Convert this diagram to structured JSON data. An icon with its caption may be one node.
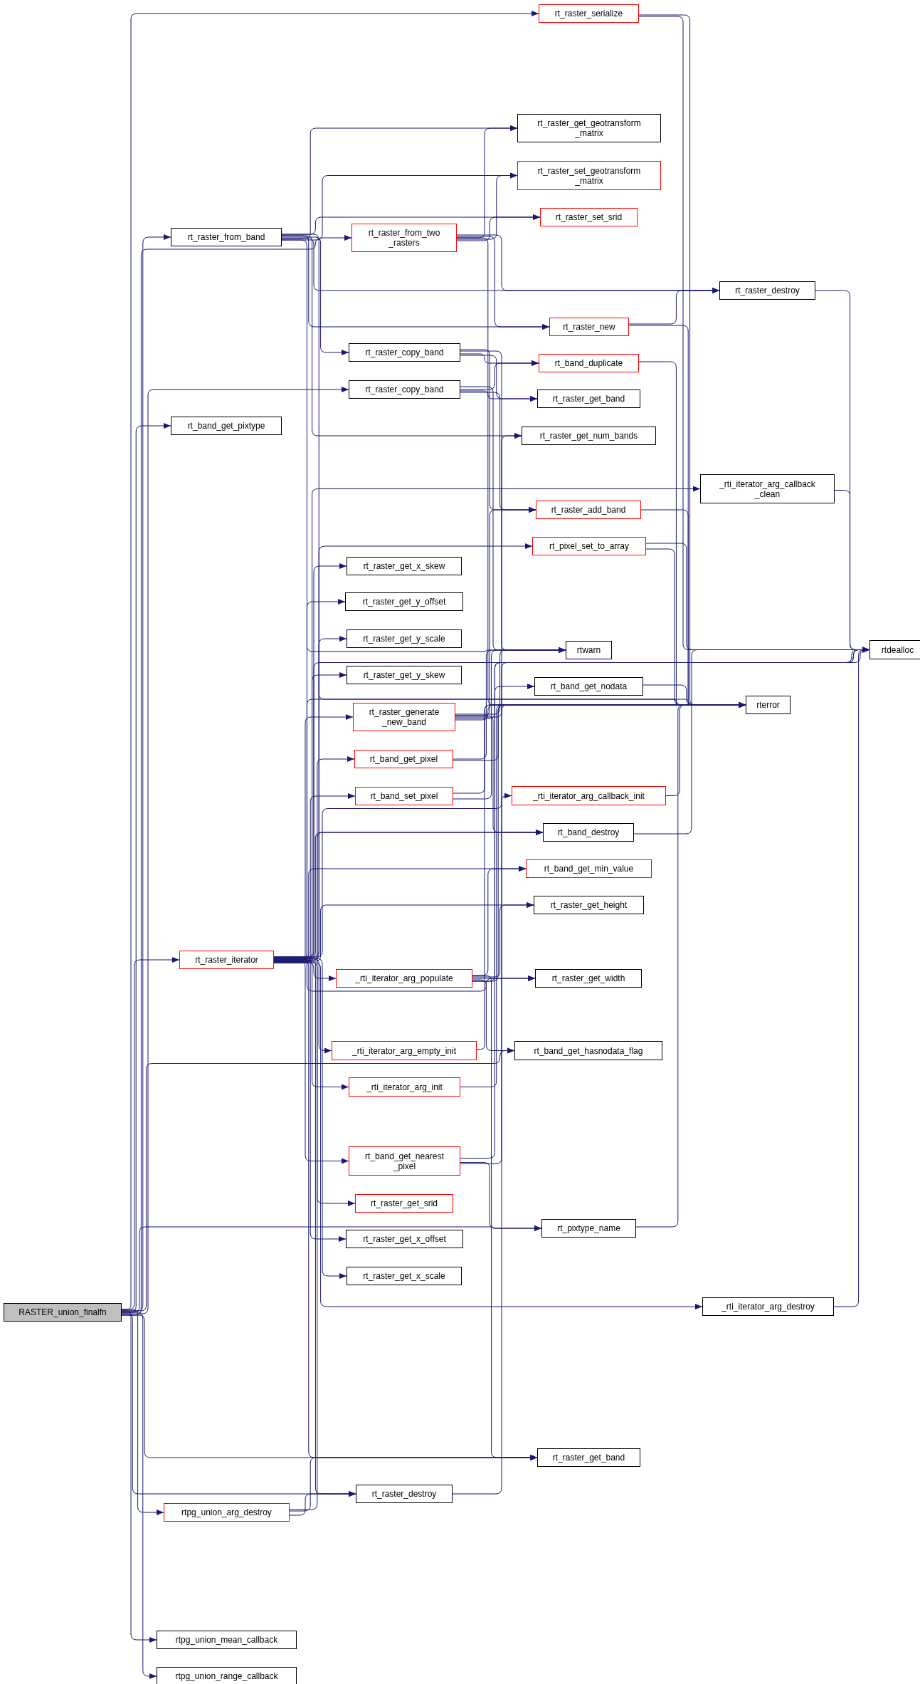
{
  "diagram": {
    "nodes": [
      {
        "text": [
          "RASTER_union_finalfn"
        ]
      },
      {
        "text": [
          "rt_raster_from_band"
        ]
      },
      {
        "text": [
          "rt_band_get_pixtype"
        ]
      },
      {
        "text": [
          "rt_raster_iterator"
        ]
      },
      {
        "text": [
          "rtpg_union_arg_destroy"
        ]
      },
      {
        "text": [
          "rtpg_union_mean_callback"
        ]
      },
      {
        "text": [
          "rtpg_union_range_callback"
        ]
      },
      {
        "text": [
          "rt_raster_from_two _rasters"
        ]
      },
      {
        "text": [
          "rt_raster_copy_band"
        ]
      },
      {
        "text": [
          "rt_raster_copy_band"
        ]
      },
      {
        "text": [
          "rt_raster_get_x_skew"
        ]
      },
      {
        "text": [
          "rt_raster_get_y_offset"
        ]
      },
      {
        "text": [
          "rt_raster_get_y_scale"
        ]
      },
      {
        "text": [
          "rt_raster_get_y_skew"
        ]
      },
      {
        "text": [
          "rt_raster_generate _new_band"
        ]
      },
      {
        "text": [
          "rt_band_get_pixel"
        ]
      },
      {
        "text": [
          "rt_band_set_pixel"
        ]
      },
      {
        "text": [
          "_rti_iterator_arg_populate"
        ]
      },
      {
        "text": [
          "_rti_iterator_arg_empty_init"
        ]
      },
      {
        "text": [
          "_rti_iterator_arg_init"
        ]
      },
      {
        "text": [
          "rt_band_get_nearest _pixel"
        ]
      },
      {
        "text": [
          "rt_raster_get_srid"
        ]
      },
      {
        "text": [
          "rt_raster_get_x_offset"
        ]
      },
      {
        "text": [
          "rt_raster_get_x_scale"
        ]
      },
      {
        "text": [
          "rt_raster_destroy"
        ]
      },
      {
        "text": [
          "rt_raster_serialize"
        ]
      },
      {
        "text": [
          "rt_raster_get_geotransform _matrix"
        ]
      },
      {
        "text": [
          "rt_raster_set_geotransform _matrix"
        ]
      },
      {
        "text": [
          "rt_raster_set_srid"
        ]
      },
      {
        "text": [
          "rt_raster_new"
        ]
      },
      {
        "text": [
          "rt_band_duplicate"
        ]
      },
      {
        "text": [
          "rt_raster_get_band"
        ]
      },
      {
        "text": [
          "rt_raster_get_num_bands"
        ]
      },
      {
        "text": [
          "rt_raster_add_band"
        ]
      },
      {
        "text": [
          "rt_pixel_set_to_array"
        ]
      },
      {
        "text": [
          "rtwarn"
        ]
      },
      {
        "text": [
          "rt_band_get_nodata"
        ]
      },
      {
        "text": [
          "_rti_iterator_arg_callback_init"
        ]
      },
      {
        "text": [
          "rt_band_destroy"
        ]
      },
      {
        "text": [
          "rt_band_get_min_value"
        ]
      },
      {
        "text": [
          "rt_raster_get_height"
        ]
      },
      {
        "text": [
          "rt_raster_get_width"
        ]
      },
      {
        "text": [
          "rt_band_get_hasnodata_flag"
        ]
      },
      {
        "text": [
          "rt_pixtype_name"
        ]
      },
      {
        "text": [
          "rt_raster_get_band"
        ]
      },
      {
        "text": [
          "rt_raster_destroy"
        ]
      },
      {
        "text": [
          "_rti_iterator_arg_callback _clean"
        ]
      },
      {
        "text": [
          "rterror"
        ]
      },
      {
        "text": [
          "_rti_iterator_arg_destroy"
        ]
      },
      {
        "text": [
          "rtdealloc"
        ]
      }
    ],
    "edges": [
      {
        "from": 0,
        "to": 25,
        "arrow": "to"
      },
      {
        "from": 0,
        "to": 1,
        "arrow": "to"
      },
      {
        "from": 0,
        "to": 2,
        "arrow": "to"
      },
      {
        "from": 0,
        "to": 9,
        "arrow": "to"
      },
      {
        "from": 0,
        "to": 7,
        "arrow": "to"
      },
      {
        "from": 0,
        "to": 3,
        "arrow": "to"
      },
      {
        "from": 0,
        "to": 42,
        "arrow": "to"
      },
      {
        "from": 0,
        "to": 43,
        "arrow": "to"
      },
      {
        "from": 0,
        "to": 24,
        "arrow": "to"
      },
      {
        "from": 0,
        "to": 44,
        "arrow": "to"
      },
      {
        "from": 0,
        "to": 4,
        "arrow": "to"
      },
      {
        "from": 0,
        "to": 5,
        "arrow": "to"
      },
      {
        "from": 0,
        "to": 6,
        "arrow": "to"
      },
      {
        "from": 1,
        "to": 26,
        "arrow": "to"
      },
      {
        "from": 1,
        "to": 27,
        "arrow": "to"
      },
      {
        "from": 1,
        "to": 28,
        "arrow": "to"
      },
      {
        "from": 1,
        "to": 29,
        "arrow": "to"
      },
      {
        "from": 1,
        "to": 8,
        "arrow": "to"
      },
      {
        "from": 1,
        "to": 45,
        "arrow": "to"
      },
      {
        "from": 1,
        "to": 35,
        "arrow": "to"
      },
      {
        "from": 1,
        "to": 47,
        "arrow": "to"
      },
      {
        "from": 1,
        "to": 32,
        "arrow": "to"
      },
      {
        "from": 7,
        "to": 26,
        "arrow": "to"
      },
      {
        "from": 7,
        "to": 27,
        "arrow": "to"
      },
      {
        "from": 7,
        "to": 28,
        "arrow": "to"
      },
      {
        "from": 7,
        "to": 45,
        "arrow": "to"
      },
      {
        "from": 7,
        "to": 29,
        "arrow": "to"
      },
      {
        "from": 7,
        "to": 47,
        "arrow": "to"
      },
      {
        "from": 25,
        "to": 47,
        "arrow": "to"
      },
      {
        "from": 25,
        "to": 49,
        "arrow": "to"
      },
      {
        "from": 29,
        "to": 45,
        "arrow": "to"
      },
      {
        "from": 29,
        "to": 47,
        "arrow": "to"
      },
      {
        "from": 45,
        "to": 49,
        "arrow": "to"
      },
      {
        "from": 8,
        "to": 30,
        "arrow": "to"
      },
      {
        "from": 8,
        "to": 31,
        "arrow": "to"
      },
      {
        "from": 8,
        "to": 33,
        "arrow": "to"
      },
      {
        "from": 8,
        "to": 35,
        "arrow": "to"
      },
      {
        "from": 9,
        "to": 30,
        "arrow": "to"
      },
      {
        "from": 9,
        "to": 31,
        "arrow": "to"
      },
      {
        "from": 9,
        "to": 33,
        "arrow": "to"
      },
      {
        "from": 9,
        "to": 35,
        "arrow": "to"
      },
      {
        "from": 30,
        "to": 47,
        "arrow": "to"
      },
      {
        "from": 33,
        "to": 47,
        "arrow": "to"
      },
      {
        "from": 46,
        "to": 49,
        "arrow": "to"
      },
      {
        "from": 34,
        "to": 47,
        "arrow": "to"
      },
      {
        "from": 34,
        "to": 49,
        "arrow": "to"
      },
      {
        "from": 14,
        "to": 33,
        "arrow": "to"
      },
      {
        "from": 14,
        "to": 32,
        "arrow": "to"
      },
      {
        "from": 14,
        "to": 49,
        "arrow": "to"
      },
      {
        "from": 14,
        "to": 47,
        "arrow": "to"
      },
      {
        "from": 14,
        "to": 35,
        "arrow": "to"
      },
      {
        "from": 14,
        "to": 38,
        "arrow": "to"
      },
      {
        "from": 15,
        "to": 35,
        "arrow": "to"
      },
      {
        "from": 15,
        "to": 47,
        "arrow": "to"
      },
      {
        "from": 16,
        "to": 35,
        "arrow": "to"
      },
      {
        "from": 16,
        "to": 47,
        "arrow": "to"
      },
      {
        "from": 36,
        "to": 47,
        "arrow": "to"
      },
      {
        "from": 37,
        "to": 47,
        "arrow": "to"
      },
      {
        "from": 38,
        "to": 49,
        "arrow": "to"
      },
      {
        "from": 17,
        "to": 36,
        "arrow": "to"
      },
      {
        "from": 17,
        "to": 39,
        "arrow": "to"
      },
      {
        "from": 17,
        "to": 40,
        "arrow": "to"
      },
      {
        "from": 17,
        "to": 41,
        "arrow": "to"
      },
      {
        "from": 17,
        "to": 42,
        "arrow": "to"
      },
      {
        "from": 17,
        "to": 47,
        "arrow": "to"
      },
      {
        "from": 17,
        "to": 44,
        "arrow": "to"
      },
      {
        "from": 18,
        "to": 47,
        "arrow": "to"
      },
      {
        "from": 19,
        "to": 47,
        "arrow": "to"
      },
      {
        "from": 20,
        "to": 43,
        "arrow": "to"
      },
      {
        "from": 20,
        "to": 47,
        "arrow": "to"
      },
      {
        "from": 20,
        "to": 49,
        "arrow": "to"
      },
      {
        "from": 43,
        "to": 47,
        "arrow": "to"
      },
      {
        "from": 48,
        "to": 49,
        "arrow": "to"
      },
      {
        "from": 3,
        "to": 10,
        "arrow": "to"
      },
      {
        "from": 3,
        "to": 11,
        "arrow": "to"
      },
      {
        "from": 3,
        "to": 12,
        "arrow": "to"
      },
      {
        "from": 3,
        "to": 13,
        "arrow": "to"
      },
      {
        "from": 3,
        "to": 14,
        "arrow": "to"
      },
      {
        "from": 3,
        "to": 15,
        "arrow": "to"
      },
      {
        "from": 3,
        "to": 16,
        "arrow": "to"
      },
      {
        "from": 3,
        "to": 37,
        "arrow": "to"
      },
      {
        "from": 3,
        "to": 38,
        "arrow": "to"
      },
      {
        "from": 3,
        "to": 39,
        "arrow": "to"
      },
      {
        "from": 3,
        "to": 40,
        "arrow": "to"
      },
      {
        "from": 3,
        "to": 17,
        "arrow": "to"
      },
      {
        "from": 3,
        "to": 41,
        "arrow": "to"
      },
      {
        "from": 3,
        "to": 18,
        "arrow": "to"
      },
      {
        "from": 3,
        "to": 19,
        "arrow": "to"
      },
      {
        "from": 3,
        "to": 20,
        "arrow": "to"
      },
      {
        "from": 3,
        "to": 21,
        "arrow": "to"
      },
      {
        "from": 3,
        "to": 22,
        "arrow": "to"
      },
      {
        "from": 3,
        "to": 23,
        "arrow": "to"
      },
      {
        "from": 3,
        "to": 24,
        "arrow": "to"
      },
      {
        "from": 3,
        "to": 44,
        "arrow": "to"
      },
      {
        "from": 3,
        "to": 48,
        "arrow": "to"
      },
      {
        "from": 3,
        "to": 49,
        "arrow": "to"
      },
      {
        "from": 3,
        "to": 47,
        "arrow": "to"
      },
      {
        "from": 3,
        "to": 34,
        "arrow": "to"
      },
      {
        "from": 3,
        "to": 46,
        "arrow": "to"
      },
      {
        "from": 4,
        "to": 24,
        "arrow": "to"
      },
      {
        "from": 4,
        "to": 38,
        "arrow": "to"
      },
      {
        "from": 4,
        "to": 44,
        "arrow": "to"
      },
      {
        "from": 24,
        "to": 49,
        "arrow": "to"
      }
    ]
  }
}
